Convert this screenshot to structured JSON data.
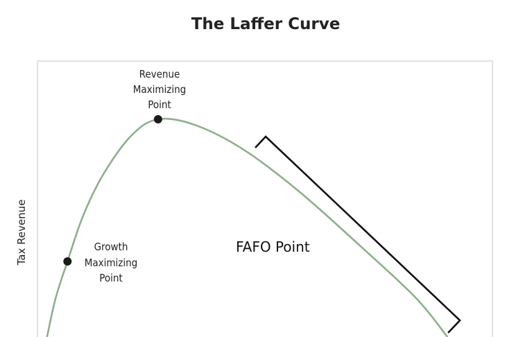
{
  "chart_data": {
    "type": "line",
    "title": "The Laffer Curve",
    "xlabel": "",
    "ylabel": "Tax Revenue",
    "xlim": [
      0,
      100
    ],
    "ylim": [
      0,
      100
    ],
    "grid": false,
    "series": [
      {
        "name": "Laffer curve",
        "color": "#8fae8c",
        "x": [
          2.1,
          4.0,
          6.6,
          10.1,
          14.6,
          20.7,
          26.5,
          34.5,
          45.1,
          57.3,
          71.0,
          83.2,
          90.1
        ],
        "y": [
          0,
          14.1,
          27.4,
          44.2,
          59.3,
          73.1,
          78.9,
          76.9,
          68.1,
          53.0,
          32.9,
          14.1,
          0
        ]
      }
    ],
    "points": [
      {
        "name": "growth",
        "x": 6.6,
        "y": 27.4,
        "label": [
          "Growth",
          "Maximizing",
          "Point"
        ]
      },
      {
        "name": "revenue",
        "x": 26.5,
        "y": 78.9,
        "label": [
          "Revenue",
          "Maximizing",
          "Point"
        ]
      }
    ],
    "annotations": {
      "fafo_label": "FAFO Point",
      "bracket_range_x": [
        48,
        92
      ]
    }
  }
}
